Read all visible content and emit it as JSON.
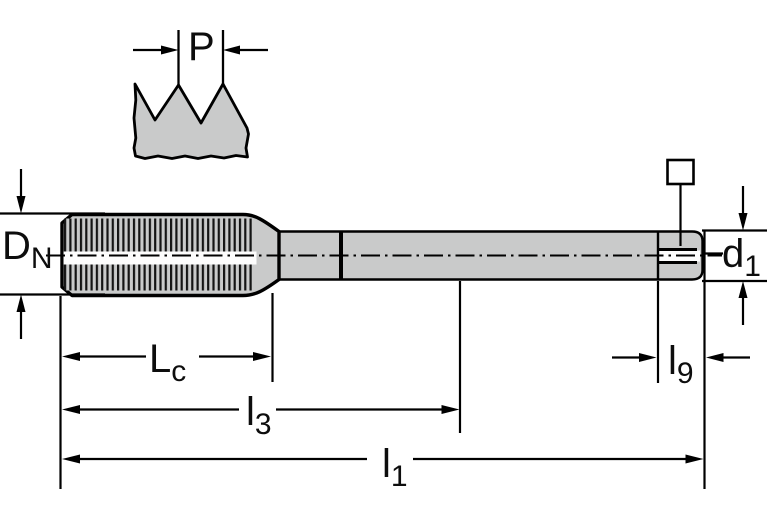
{
  "diagram": {
    "type": "technical-dimension-drawing",
    "subject": "machine-tap-side-view-with-thread-profile-detail",
    "colors": {
      "background": "#ffffff",
      "part_fill": "#c9caca",
      "line": "#000000"
    },
    "labels": {
      "pitch": {
        "main": "P",
        "sub": ""
      },
      "nominal_diameter": {
        "main": "D",
        "sub": "N"
      },
      "thread_length": {
        "main": "L",
        "sub": "c"
      },
      "length_l3": {
        "main": "l",
        "sub": "3"
      },
      "overall_length": {
        "main": "l",
        "sub": "1"
      },
      "square_length": {
        "main": "l",
        "sub": "9"
      },
      "shank_diameter": {
        "main": "d",
        "sub": "1"
      }
    },
    "icons": [
      "square-drive-icon"
    ]
  }
}
